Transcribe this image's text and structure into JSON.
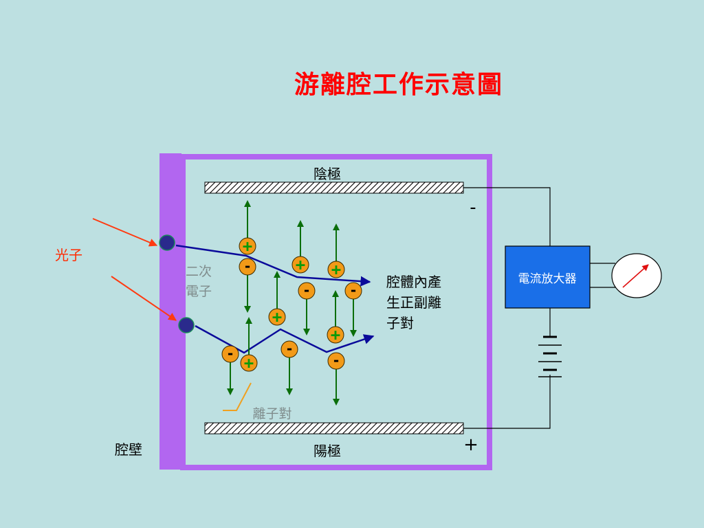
{
  "title": "游離腔工作示意圖",
  "labels": {
    "cathode": "陰極",
    "anode": "陽極",
    "wall": "腔壁",
    "photon": "光子",
    "secondary_electron_line1": "二次",
    "secondary_electron_line2": "電子",
    "ion_pairs_line1": "腔體內產",
    "ion_pairs_line2": "生正副離",
    "ion_pairs_line3": "子對",
    "ion_pair": "離子對",
    "amplifier": "電流放大器",
    "minus": "-",
    "plus": "+"
  },
  "colors": {
    "background": "#bde0e1",
    "title": "#ff0000",
    "chamber_wall": "#b266f0",
    "electron": "#2a2a8c",
    "electron_path": "#0a0a9a",
    "ion": "#f29a18",
    "ion_arrow": "#0a6e0a",
    "positive_sign": "#0a9a0a",
    "negative_sign": "#000000",
    "photon_arrow": "#ff3a10",
    "amplifier": "#1a6fe8",
    "ion_pair_pointer": "#f0a020"
  },
  "ion_sign_positive": "+",
  "ion_sign_negative": "-"
}
